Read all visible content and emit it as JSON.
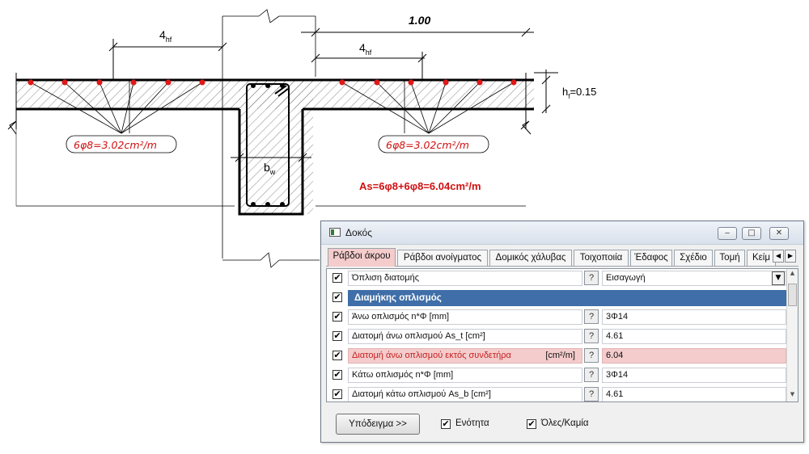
{
  "drawing": {
    "dim_width": "1.00",
    "dim_4hf": "4",
    "dim_4hf_sub": "hf",
    "hf_label": "h",
    "hf_sub": "f",
    "hf_value": "=0.15",
    "bw_label": "b",
    "bw_sub": "w",
    "rebar_left": "6φ8=3.02cm²/m",
    "rebar_right": "6φ8=3.02cm²/m",
    "as_total": "As=6φ8+6φ8=6.04cm²/m",
    "accent_color": "#d01010"
  },
  "dialog": {
    "title": "Δοκός",
    "buttons": {
      "minimize": "‒",
      "maximize": "□",
      "close": "✕"
    },
    "tabs": [
      {
        "label": "Ράβδοι άκρου",
        "active": true
      },
      {
        "label": "Ράβδοι ανοίγματος"
      },
      {
        "label": "Δομικός χάλυβας"
      },
      {
        "label": "Τοιχοποιία"
      },
      {
        "label": "Έδαφος"
      },
      {
        "label": "Σχέδιο"
      },
      {
        "label": "Τομή"
      },
      {
        "label": "Κείμ"
      }
    ],
    "rows": [
      {
        "checked": "✔",
        "label": "Όπλιση διατομής",
        "help": "?",
        "value": "Εισαγωγή",
        "dropdown": "▼"
      },
      {
        "checked": "✔",
        "section": "Διαμήκης οπλισμός"
      },
      {
        "checked": "✔",
        "label": "Άνω οπλισμός n*Φ [mm]",
        "help": "?",
        "value": "3Φ14"
      },
      {
        "checked": "✔",
        "label": "Διατομή άνω οπλισμού As_t [cm²]",
        "help": "?",
        "value": "4.61"
      },
      {
        "checked": "✔",
        "label": "Διατομή άνω οπλισμού εκτός συνδετήρα",
        "unit": "[cm²/m]",
        "help": "?",
        "value": "6.04"
      },
      {
        "checked": "✔",
        "label": "Κάτω οπλισμός n*Φ [mm]",
        "help": "?",
        "value": "3Φ14"
      },
      {
        "checked": "✔",
        "label": "Διατομή κάτω οπλισμού As_b [cm²]",
        "help": "?",
        "value": "4.61"
      }
    ],
    "footer": {
      "example_button": "Υπόδειγμα >>",
      "unity_label": "Ενότητα",
      "unity_checked": "✔",
      "all_none_label": "Όλες/Καμία",
      "all_none_checked": "✔"
    }
  }
}
